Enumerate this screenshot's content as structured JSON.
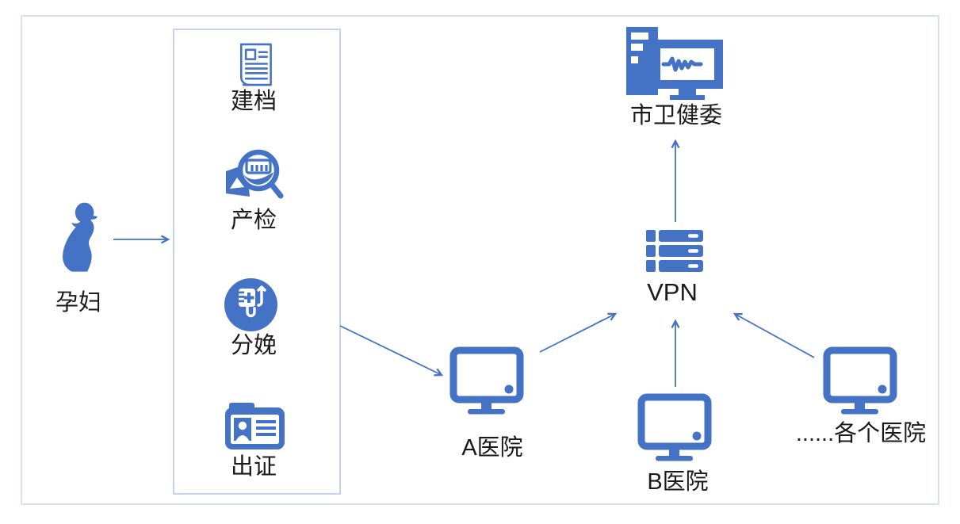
{
  "colors": {
    "primary": "#4472C4",
    "arrow": "#4472C4",
    "frame_border": "#D8E1F1",
    "box_border": "#C5D3EC",
    "text": "#1A1A1A"
  },
  "actor": {
    "label": "孕妇",
    "icon": "pregnant-woman-icon"
  },
  "process_box": {
    "items": [
      {
        "label": "建档",
        "icon": "newspaper-icon"
      },
      {
        "label": "产检",
        "icon": "prenatal-exam-magnifier-icon"
      },
      {
        "label": "分娩",
        "icon": "iv-drip-circle-icon"
      },
      {
        "label": "出证",
        "icon": "id-card-icon"
      }
    ]
  },
  "hospitals": [
    {
      "label": "A医院",
      "icon": "monitor-icon"
    },
    {
      "label": "B医院",
      "icon": "monitor-icon"
    },
    {
      "label": "......各个医院",
      "icon": "monitor-icon"
    }
  ],
  "vpn": {
    "label": "VPN",
    "icon": "server-stack-icon"
  },
  "authority": {
    "label": "市卫健委",
    "icon": "workstation-icon"
  },
  "connections": [
    {
      "from": "孕妇",
      "to": "process_box"
    },
    {
      "from": "process_box",
      "to": "A医院"
    },
    {
      "from": "A医院",
      "to": "VPN"
    },
    {
      "from": "B医院",
      "to": "VPN"
    },
    {
      "from": "......各个医院",
      "to": "VPN"
    },
    {
      "from": "VPN",
      "to": "市卫健委"
    }
  ]
}
